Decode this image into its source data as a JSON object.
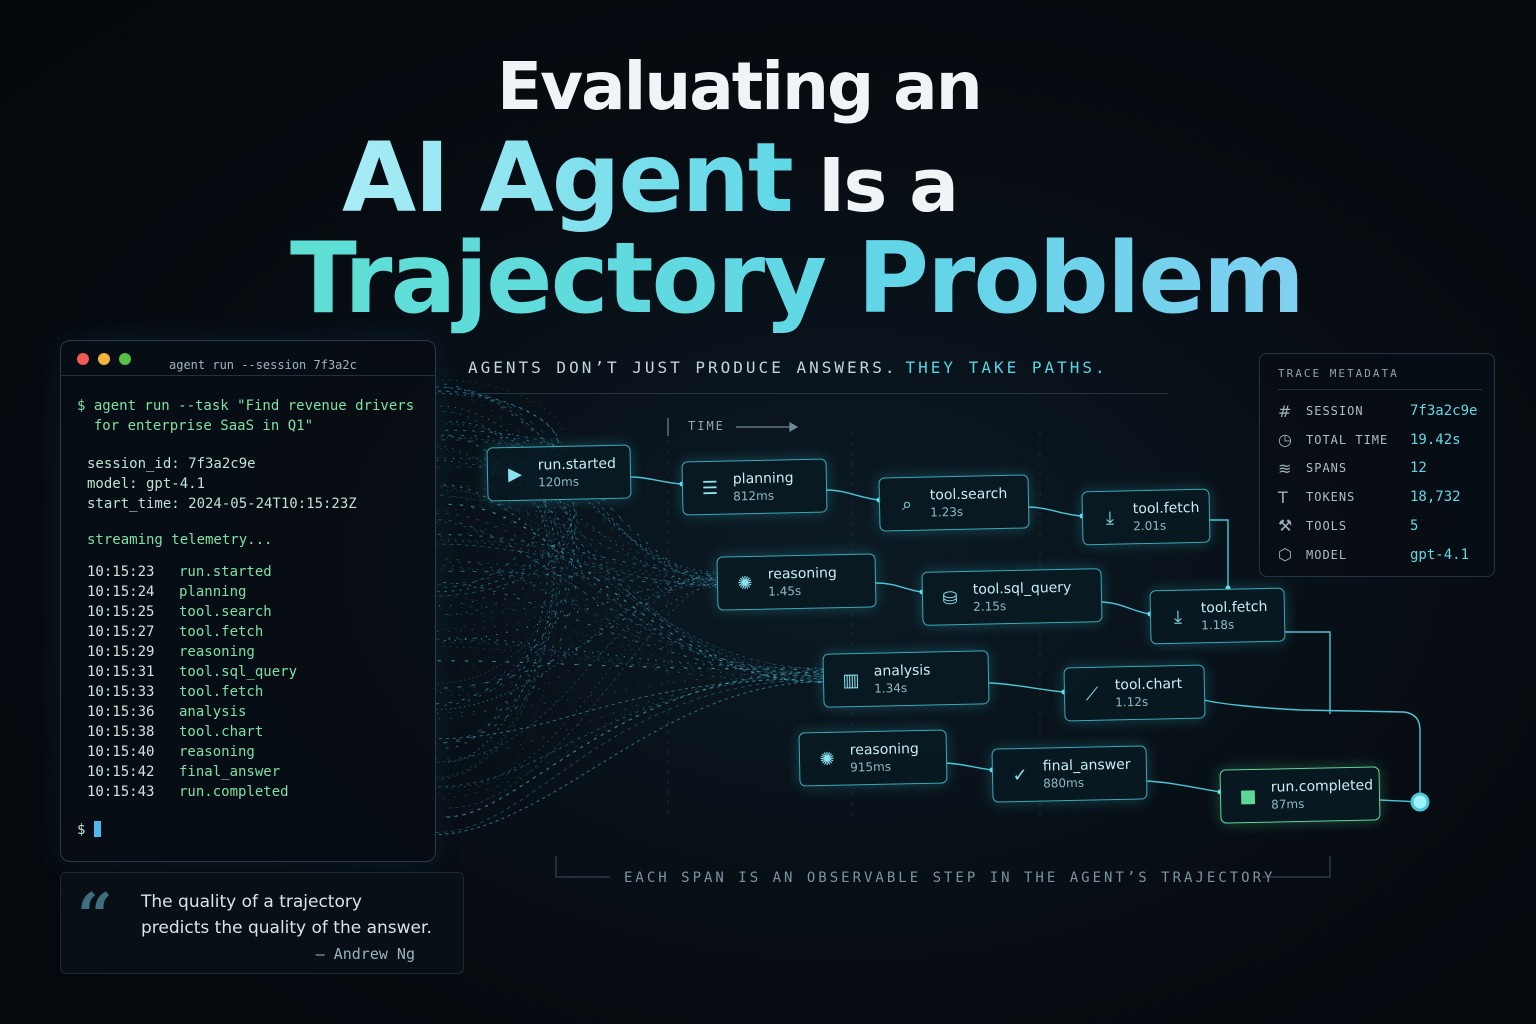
{
  "title": {
    "line1": "Evaluating an",
    "line2_highlight": "AI Agent",
    "line2_rest": "Is a",
    "line3": "Trajectory Problem"
  },
  "subtitle": {
    "plain": "AGENTS DON’T JUST PRODUCE ANSWERS.",
    "accent": "THEY TAKE PATHS."
  },
  "time_label": "TIME",
  "terminal": {
    "window_title": "agent run --session 7f3a2c",
    "command_line1": "$ agent run --task \"Find revenue drivers",
    "command_line2": "  for enterprise SaaS in Q1\"",
    "session_id": "session_id: 7f3a2c9e",
    "model": "model: gpt-4.1",
    "start_time": "start_time: 2024-05-24T10:15:23Z",
    "streaming": "streaming telemetry...",
    "log": [
      {
        "time": "10:15:23",
        "event": "run.started"
      },
      {
        "time": "10:15:24",
        "event": "planning"
      },
      {
        "time": "10:15:25",
        "event": "tool.search"
      },
      {
        "time": "10:15:27",
        "event": "tool.fetch"
      },
      {
        "time": "10:15:29",
        "event": "reasoning"
      },
      {
        "time": "10:15:31",
        "event": "tool.sql_query"
      },
      {
        "time": "10:15:33",
        "event": "tool.fetch"
      },
      {
        "time": "10:15:36",
        "event": "analysis"
      },
      {
        "time": "10:15:38",
        "event": "tool.chart"
      },
      {
        "time": "10:15:40",
        "event": "reasoning"
      },
      {
        "time": "10:15:42",
        "event": "final_answer"
      },
      {
        "time": "10:15:43",
        "event": "run.completed"
      }
    ],
    "prompt": "$"
  },
  "quote": {
    "mark": "“",
    "line1": "The quality of a trajectory",
    "line2": "predicts the quality of the answer.",
    "author": "– Andrew Ng"
  },
  "metadata": {
    "title": "TRACE METADATA",
    "rows": [
      {
        "icon": "hash-icon",
        "glyph": "#",
        "key": "SESSION",
        "value": "7f3a2c9e"
      },
      {
        "icon": "clock-icon",
        "glyph": "◷",
        "key": "TOTAL TIME",
        "value": "19.42s"
      },
      {
        "icon": "layers-icon",
        "glyph": "≋",
        "key": "SPANS",
        "value": "12"
      },
      {
        "icon": "text-icon",
        "glyph": "T",
        "key": "TOKENS",
        "value": "18,732"
      },
      {
        "icon": "wrench-icon",
        "glyph": "⚒",
        "key": "TOOLS",
        "value": "5"
      },
      {
        "icon": "cube-icon",
        "glyph": "⬡",
        "key": "MODEL",
        "value": "gpt-4.1"
      }
    ]
  },
  "spans": [
    {
      "id": "run-started",
      "name": "run.started",
      "duration": "120ms",
      "icon": "play-icon",
      "glyph": "▶"
    },
    {
      "id": "planning",
      "name": "planning",
      "duration": "812ms",
      "icon": "list-icon",
      "glyph": "☰"
    },
    {
      "id": "tool-search",
      "name": "tool.search",
      "duration": "1.23s",
      "icon": "search-icon",
      "glyph": "⌕"
    },
    {
      "id": "tool-fetch-1",
      "name": "tool.fetch",
      "duration": "2.01s",
      "icon": "download-icon",
      "glyph": "⤓"
    },
    {
      "id": "reasoning-1",
      "name": "reasoning",
      "duration": "1.45s",
      "icon": "brain-icon",
      "glyph": "✺"
    },
    {
      "id": "tool-sql-query",
      "name": "tool.sql_query",
      "duration": "2.15s",
      "icon": "database-icon",
      "glyph": "⛁"
    },
    {
      "id": "tool-fetch-2",
      "name": "tool.fetch",
      "duration": "1.18s",
      "icon": "download-icon",
      "glyph": "⤓"
    },
    {
      "id": "analysis",
      "name": "analysis",
      "duration": "1.34s",
      "icon": "bar-chart-icon",
      "glyph": "▥"
    },
    {
      "id": "tool-chart",
      "name": "tool.chart",
      "duration": "1.12s",
      "icon": "line-chart-icon",
      "glyph": "⟋"
    },
    {
      "id": "reasoning-2",
      "name": "reasoning",
      "duration": "915ms",
      "icon": "brain-icon",
      "glyph": "✺"
    },
    {
      "id": "final-answer",
      "name": "final_answer",
      "duration": "880ms",
      "icon": "check-circle-icon",
      "glyph": "✓"
    },
    {
      "id": "run-completed",
      "name": "run.completed",
      "duration": "87ms",
      "icon": "stop-square-icon",
      "glyph": "■"
    }
  ],
  "footer_caption": "EACH SPAN IS AN OBSERVABLE STEP IN THE AGENT’S TRAJECTORY",
  "colors": {
    "accent_cyan": "#55d3e6",
    "span_border": "#3aa9b9",
    "complete_green": "#5fd796",
    "terminal_green": "#7ee0a4"
  }
}
